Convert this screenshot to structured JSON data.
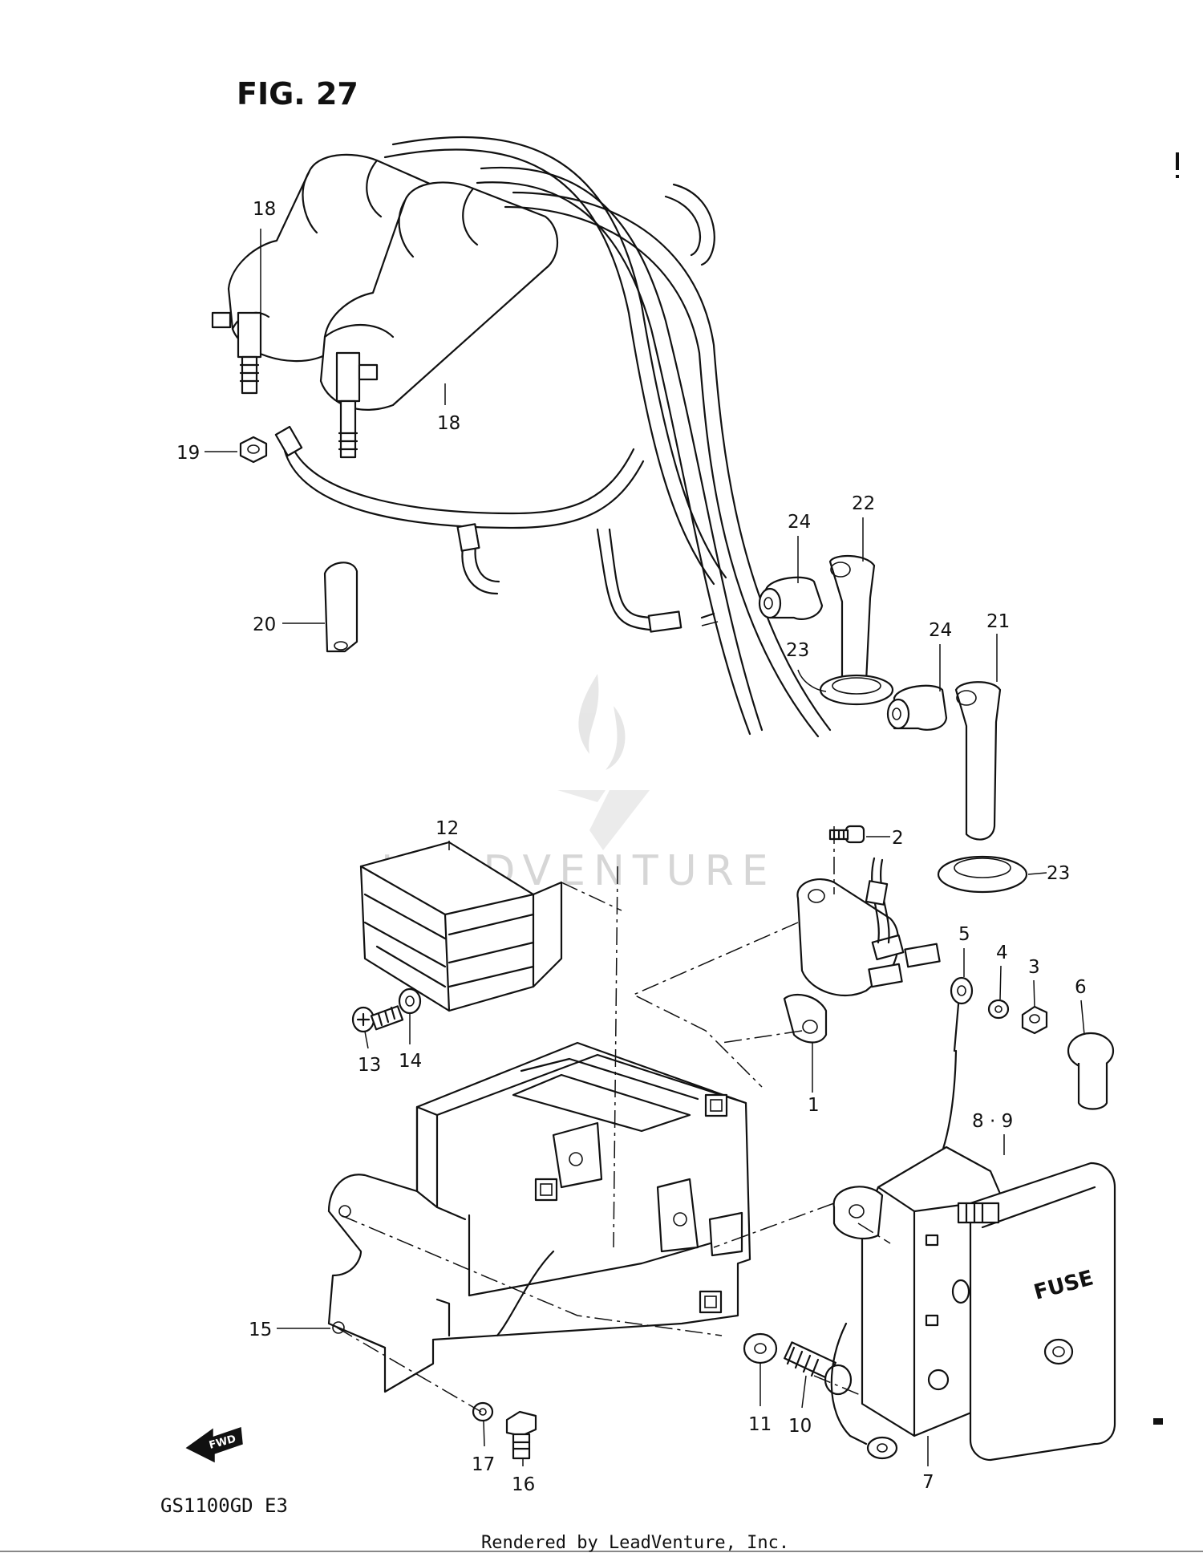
{
  "figure": {
    "title": "FIG. 27",
    "model": "GS1100GD E3"
  },
  "footer": "Rendered by LeadVenture, Inc.",
  "watermark": "LEADVENTURE",
  "fuse_box_label": "FUSE",
  "fwd_label": "FWD",
  "part_labels": {
    "p1": "1",
    "p2": "2",
    "p3": "3",
    "p4": "4",
    "p5": "5",
    "p6": "6",
    "p7": "7",
    "p8_9": "8 · 9",
    "p10": "10",
    "p11": "11",
    "p12": "12",
    "p13": "13",
    "p14": "14",
    "p15": "15",
    "p16": "16",
    "p17": "17",
    "p18a": "18",
    "p18b": "18",
    "p19": "19",
    "p20": "20",
    "p21": "21",
    "p22": "22",
    "p23a": "23",
    "p23b": "23",
    "p24a": "24",
    "p24b": "24"
  },
  "colors": {
    "line": "#111111",
    "watermark": "#d6d6d6",
    "background": "#ffffff"
  }
}
